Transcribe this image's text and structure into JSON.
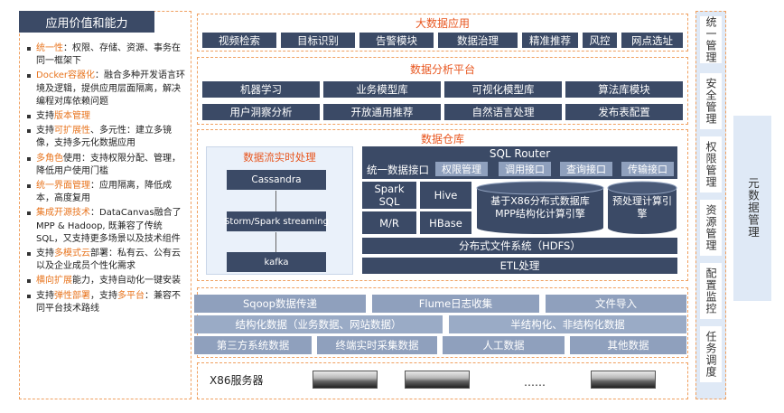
{
  "left_panel": {
    "title": "应用价值和能力",
    "items": [
      {
        "hl": "统一性",
        "text": "：权限、存储、资源、事务在同一框架下"
      },
      {
        "hl": "Docker容器化",
        "text": "：融合多种开发语言环境及逻辑，提供应用层面隔离，解决编程对库依赖问题"
      },
      {
        "pre": "支持",
        "hl": "版本管理",
        "text": ""
      },
      {
        "pre": "支持",
        "hl": "可扩展性",
        "text": "、多元性：建立多镜像，支持多元化数据应用"
      },
      {
        "hl": "多角色",
        "text": "使用：支持权限分配、管理，降低用户使用门槛"
      },
      {
        "hl": "统一界面管理",
        "text": "：应用隔离，降低成本，高度复用"
      },
      {
        "hl": "集成开源技术",
        "text": "：DataCanvas融合了MPP & Hadoop, 既兼容了传统SQL，又支持更多场景以及技术组件"
      },
      {
        "pre": "支持",
        "hl": "多模式云",
        "text": "部署：私有云、公有云以及企业成员个性化需求"
      },
      {
        "hl": "横向扩展",
        "text": "能力，支持自动化一键安装"
      },
      {
        "pre": "支持",
        "hl": "弹性部署",
        "text": "，支持",
        "hl2": "多平台",
        "text2": "：兼容不同平台技术路线"
      }
    ]
  },
  "bigdata_app": {
    "title": "大数据应用",
    "items": [
      "视频检索",
      "目标识别",
      "告警模块",
      "数据治理",
      "精准推荐",
      "风控",
      "网点选址"
    ]
  },
  "analysis_platform": {
    "title": "数据分析平台",
    "row1": [
      "机器学习",
      "业务模型库",
      "可视化模型库",
      "算法库模块"
    ],
    "row2": [
      "用户洞察分析",
      "开放通用推荐",
      "自然语言处理",
      "发布表配置"
    ]
  },
  "warehouse": {
    "title": "数据仓库",
    "stream_title": "数据流实时处理",
    "stream": [
      "Cassandra",
      "Storm/Spark streaming",
      "kafka"
    ],
    "sql_router": "SQL Router",
    "unified_interface": "统一数据接口",
    "interfaces": [
      "权限管理",
      "调用接口",
      "查询接口",
      "传输接口"
    ],
    "spark_sql": "Spark SQL",
    "hive": "Hive",
    "mr": "M/R",
    "hbase": "HBase",
    "mpp": "基于X86分布式数据库 MPP结构化计算引擎",
    "preprocess": "预处理计算引擎",
    "hdfs": "分布式文件系统（HDFS）",
    "etl": "ETL处理"
  },
  "ingest": {
    "row1": [
      "Sqoop数据传递",
      "Flume日志收集",
      "文件导入"
    ],
    "row2": [
      "结构化数据（业务数据、网站数据）",
      "半结构化、非结构化数据"
    ],
    "row3": [
      "第三方系统数据",
      "终端实时采集数据",
      "人工数据",
      "其他数据"
    ]
  },
  "servers": {
    "label": "X86服务器",
    "ellipsis": "……"
  },
  "right_panel": {
    "items": [
      "统一管理",
      "安全管理",
      "权限管理",
      "资源管理",
      "配置监控",
      "任务调度"
    ],
    "meta": "元数据管理"
  },
  "colors": {
    "navy": "#3b4a66",
    "accent": "#e8561f",
    "light": "#8fa0bd",
    "border": "#f0a060"
  }
}
